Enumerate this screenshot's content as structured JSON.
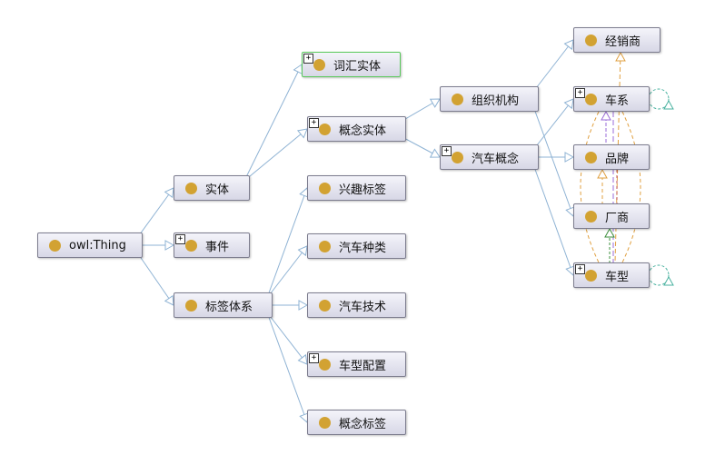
{
  "nodes": [
    {
      "id": "owl",
      "label": "owl:Thing",
      "expandable": false
    },
    {
      "id": "shiti",
      "label": "实体",
      "expandable": false
    },
    {
      "id": "shijian",
      "label": "事件",
      "expandable": true
    },
    {
      "id": "biaoqian",
      "label": "标签体系",
      "expandable": false
    },
    {
      "id": "cihui",
      "label": "词汇实体",
      "expandable": true,
      "selected": true
    },
    {
      "id": "gainian",
      "label": "概念实体",
      "expandable": true
    },
    {
      "id": "xingqu",
      "label": "兴趣标签",
      "expandable": false
    },
    {
      "id": "qczl",
      "label": "汽车种类",
      "expandable": false
    },
    {
      "id": "qcjs",
      "label": "汽车技术",
      "expandable": false
    },
    {
      "id": "cxpz",
      "label": "车型配置",
      "expandable": true
    },
    {
      "id": "gnbq",
      "label": "概念标签",
      "expandable": false
    },
    {
      "id": "zuzhi",
      "label": "组织机构",
      "expandable": false
    },
    {
      "id": "qcgn",
      "label": "汽车概念",
      "expandable": true
    },
    {
      "id": "jxs",
      "label": "经销商",
      "expandable": false
    },
    {
      "id": "chexi",
      "label": "车系",
      "expandable": true
    },
    {
      "id": "pinpai",
      "label": "品牌",
      "expandable": false
    },
    {
      "id": "changshang",
      "label": "厂商",
      "expandable": false
    },
    {
      "id": "chexing",
      "label": "车型",
      "expandable": true
    }
  ],
  "edges": [
    {
      "from": "owl",
      "to": "shiti"
    },
    {
      "from": "owl",
      "to": "shijian"
    },
    {
      "from": "owl",
      "to": "biaoqian"
    },
    {
      "from": "shiti",
      "to": "cihui"
    },
    {
      "from": "shiti",
      "to": "gainian"
    },
    {
      "from": "biaoqian",
      "to": "xingqu"
    },
    {
      "from": "biaoqian",
      "to": "qczl"
    },
    {
      "from": "biaoqian",
      "to": "qcjs"
    },
    {
      "from": "biaoqian",
      "to": "cxpz"
    },
    {
      "from": "biaoqian",
      "to": "gnbq"
    },
    {
      "from": "gainian",
      "to": "zuzhi"
    },
    {
      "from": "gainian",
      "to": "qcgn"
    },
    {
      "from": "zuzhi",
      "to": "jxs"
    },
    {
      "from": "zuzhi",
      "to": "changshang"
    },
    {
      "from": "qcgn",
      "to": "chexi"
    },
    {
      "from": "qcgn",
      "to": "pinpai"
    },
    {
      "from": "qcgn",
      "to": "chexing"
    }
  ],
  "colors": {
    "edge": "#8fb3d4",
    "dot": "#d2a232",
    "selected_border": "#59c95a",
    "relation_purple": "#9a6bd8",
    "relation_orange": "#e0a040",
    "relation_green": "#3d8f3d",
    "relation_red": "#c05050",
    "self_loop": "#4ab2a0"
  },
  "icons": {
    "expand": "plus-box-icon",
    "class": "class-dot-icon"
  }
}
